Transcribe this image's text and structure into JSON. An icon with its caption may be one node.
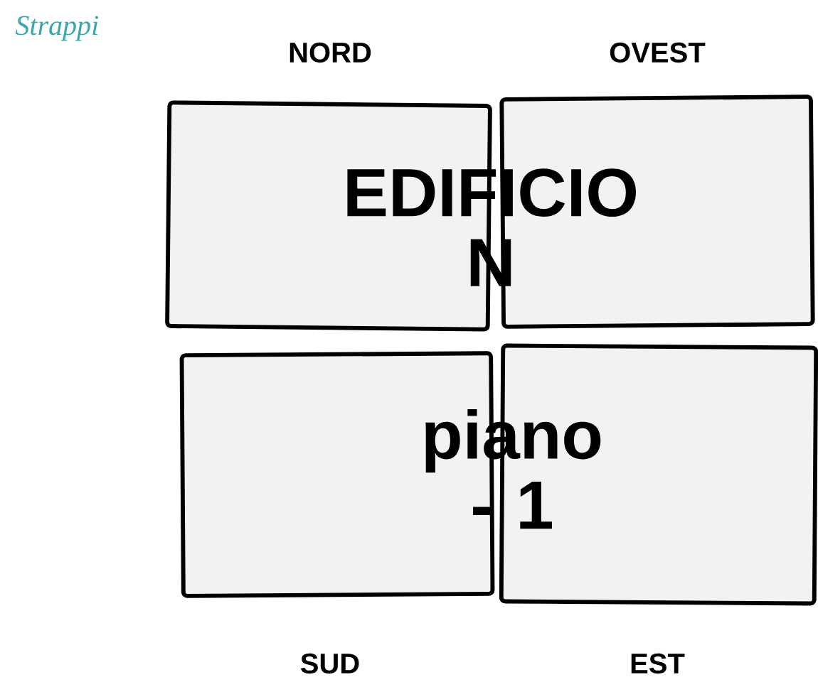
{
  "diagram": {
    "title": "Strappi",
    "nodes": [
      {
        "text": [],
        "shape": "box"
      },
      {
        "text": [],
        "shape": "box"
      },
      {
        "text": [],
        "shape": "box"
      },
      {
        "text": [],
        "shape": "box"
      }
    ],
    "edges": [],
    "labels": [
      "NORD",
      "OVEST",
      "EDIFICIO N",
      "piano - 1",
      "SUD",
      "EST"
    ]
  }
}
